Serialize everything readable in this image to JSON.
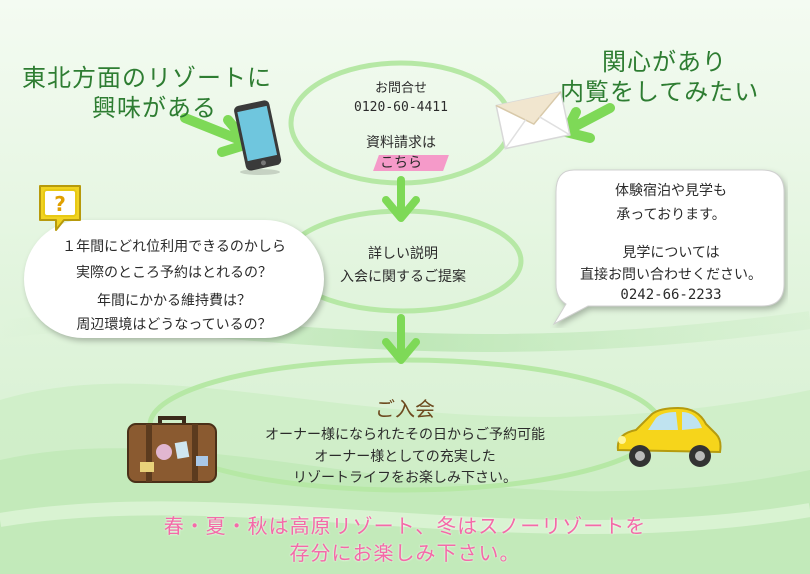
{
  "top_left": {
    "line1": "東北方面のリゾートに",
    "line2": "興味がある"
  },
  "top_right": {
    "line1": "関心があり",
    "line2": "内覧をしてみたい"
  },
  "contact": {
    "label": "お問合せ",
    "phone": "0120-60-4411",
    "request_line1": "資料請求は",
    "request_line2": "こちら"
  },
  "questions": {
    "q1": "１年間にどれ位利用できるのかしら",
    "q2": "実際のところ予約はとれるの？",
    "q3": "年間にかかる維持費は？",
    "q4": "周辺環境はどうなっているの？"
  },
  "explain": {
    "line1": "詳しい説明",
    "line2": "入会に関するご提案"
  },
  "visit": {
    "line1": "体験宿泊や見学も",
    "line2": "承っております。",
    "line3": "見学については",
    "line4": "直接お問い合わせください。",
    "phone": "0242-66-2233"
  },
  "join": {
    "title": "ご入会",
    "line1": "オーナー様になられたその日からご予約可能",
    "line2": "オーナー様としての充実した",
    "line3": "リゾートライフをお楽しみ下さい。"
  },
  "footer": {
    "line1": "春・夏・秋は高原リゾート、冬はスノーリゾートを",
    "line2": "存分にお楽しみ下さい。"
  },
  "colors": {
    "accent_green": "#2e7d32",
    "arrow_green": "#7ed957",
    "footer_pink": "#f46aa8",
    "join_brown": "#6d4a1f"
  },
  "icons": [
    "smartphone-icon",
    "envelope-icon",
    "question-badge-icon",
    "suitcase-icon",
    "car-icon"
  ]
}
